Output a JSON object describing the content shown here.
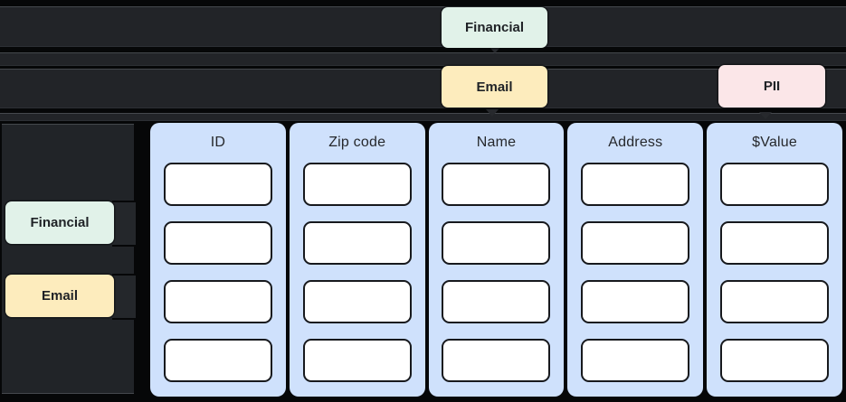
{
  "colors": {
    "background": "#060708",
    "lane_bg": "#222428",
    "chip_financial_bg": "#e1f2e9",
    "chip_email_bg": "#fdecbd",
    "chip_pii_bg": "#fbe6e8",
    "chip_text": "#1f2226",
    "column_bg": "#cfe1fc",
    "cell_bg": "#ffffff",
    "cell_border": "#17191d",
    "header_text": "#26282c"
  },
  "top_lanes": {
    "financial_label": "Financial",
    "email_label": "Email",
    "pii_label": "PII"
  },
  "sidebar": {
    "financial_label": "Financial",
    "email_label": "Email"
  },
  "table": {
    "columns": [
      {
        "header": "ID",
        "cells": [
          "",
          "",
          "",
          ""
        ]
      },
      {
        "header": "Zip code",
        "cells": [
          "",
          "",
          "",
          ""
        ]
      },
      {
        "header": "Name",
        "cells": [
          "",
          "",
          "",
          ""
        ]
      },
      {
        "header": "Address",
        "cells": [
          "",
          "",
          "",
          ""
        ]
      },
      {
        "header": "$Value",
        "cells": [
          "",
          "",
          "",
          ""
        ]
      }
    ]
  }
}
